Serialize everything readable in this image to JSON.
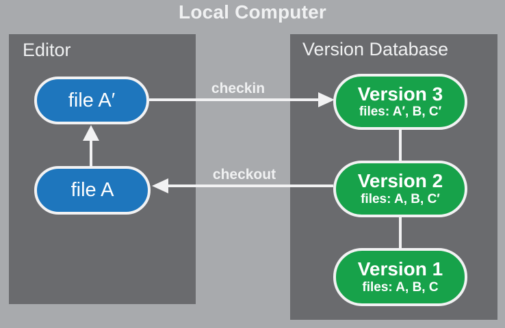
{
  "title": "Local Computer",
  "panels": {
    "editor": {
      "label": "Editor"
    },
    "version_database": {
      "label": "Version Database"
    }
  },
  "editor_files": [
    {
      "label": "file A′"
    },
    {
      "label": "file A"
    }
  ],
  "versions": [
    {
      "name": "Version 3",
      "files": "files: A′, B, C′"
    },
    {
      "name": "Version 2",
      "files": "files: A, B, C′"
    },
    {
      "name": "Version 1",
      "files": "files: A, B, C"
    }
  ],
  "arrows": {
    "checkin": "checkin",
    "checkout": "checkout"
  },
  "colors": {
    "background": "#a8aaad",
    "panel": "#6a6b6e",
    "file_node": "#1e76bd",
    "version_node": "#17a24a",
    "line": "#f2f2f3",
    "text": "#ffffff",
    "text_light": "#f0f1f2"
  }
}
